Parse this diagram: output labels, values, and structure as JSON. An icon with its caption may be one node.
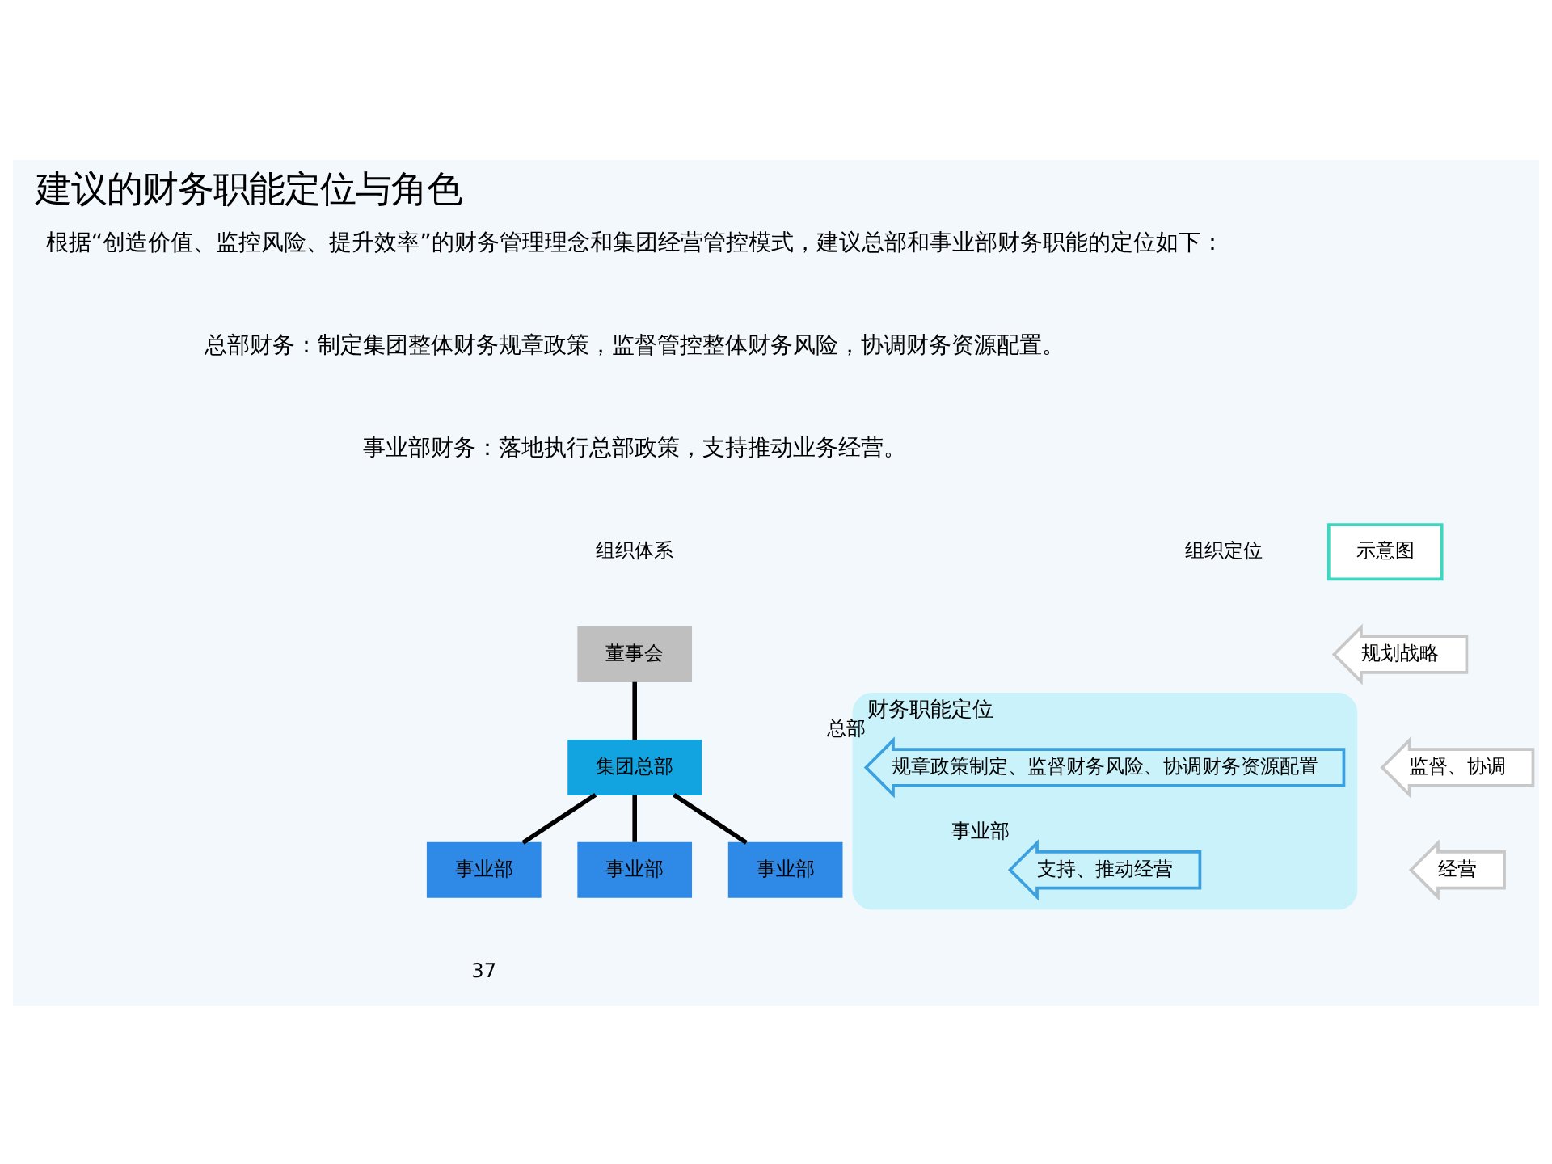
{
  "diagram": {
    "title": "建议的财务职能定位与角色",
    "nodes": [
      {
        "text": [
          "董事会"
        ]
      },
      {
        "text": [
          "集团总部"
        ]
      },
      {
        "text": [
          "事业部"
        ]
      },
      {
        "text": [
          "事业部"
        ]
      },
      {
        "text": [
          "事业部"
        ]
      },
      {
        "text": [
          "规划战略"
        ]
      },
      {
        "text": [
          "监督、协调"
        ]
      },
      {
        "text": [
          "经营"
        ]
      },
      {
        "text": [
          "财务职能定位"
        ]
      },
      {
        "text": [
          "规章政策制定、监督财务风险、协调财务资源配置"
        ],
        "in": 8,
        "beside": [
          "总部"
        ]
      },
      {
        "text": [
          "支持、推动经营"
        ],
        "in": 8,
        "beside": [
          "事业部"
        ]
      }
    ],
    "edges": [
      {
        "from": 0,
        "to": 1,
        "arrow": "none"
      },
      {
        "from": 1,
        "to": 2,
        "arrow": "none"
      },
      {
        "from": 1,
        "to": 3,
        "arrow": "none"
      },
      {
        "from": 1,
        "to": 4,
        "arrow": "none"
      }
    ],
    "labels": [
      "根据“创造价值、监控风险、提升效率”的财务管理理念和集团经营管控模式，建议总部和事业部财务职能的定位如下：",
      "总部财务：制定集团整体财务规章政策，监督管控整体财务风险，协调财务资源配置。",
      "事业部财务：落地执行总部政策，支持推动业务经营。",
      "示意图",
      "组织体系",
      "组织定位",
      "37"
    ]
  }
}
